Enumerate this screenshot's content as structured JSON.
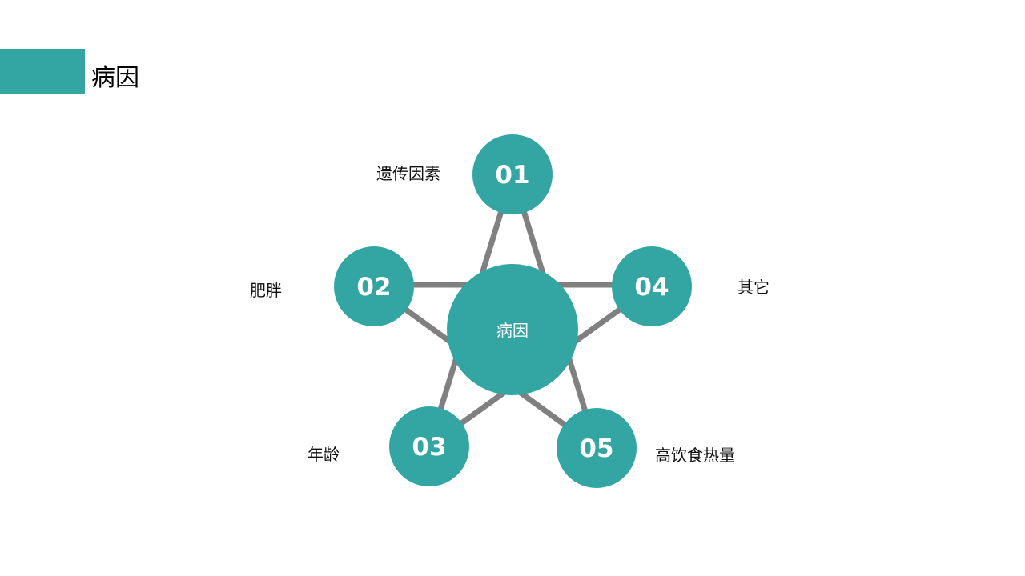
{
  "header": {
    "title": "病因"
  },
  "diagram": {
    "center_label": "病因",
    "nodes": [
      {
        "number": "01",
        "label": "遗传因素"
      },
      {
        "number": "02",
        "label": "肥胖"
      },
      {
        "number": "03",
        "label": "年龄"
      },
      {
        "number": "04",
        "label": "其它"
      },
      {
        "number": "05",
        "label": "高饮食热量"
      }
    ],
    "colors": {
      "node": "#33a6a3",
      "line": "#808080",
      "node_text": "#ffffff"
    }
  }
}
